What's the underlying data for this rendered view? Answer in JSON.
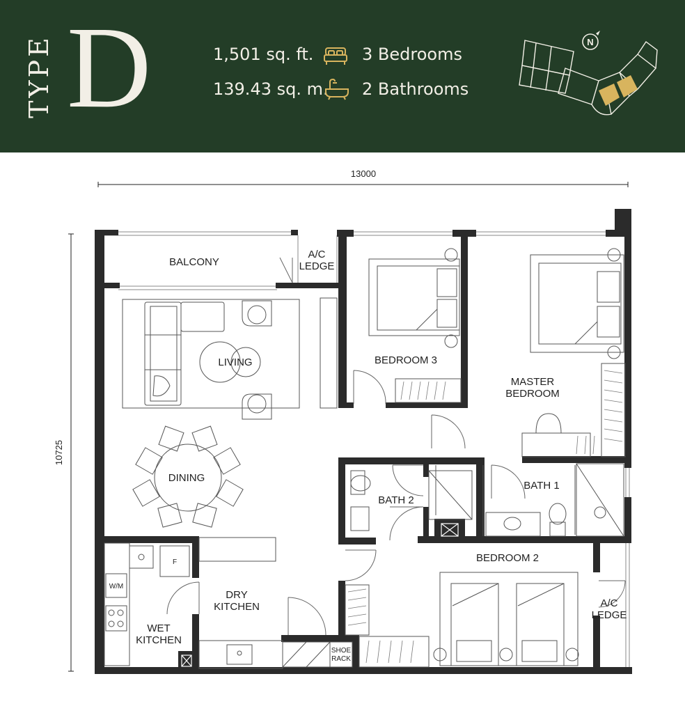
{
  "header": {
    "type_word": "TYPE",
    "type_letter": "D",
    "area_sqft": "1,501 sq. ft.",
    "area_sqm": "139.43 sq. m.",
    "bedrooms": "3 Bedrooms",
    "bathrooms": "2 Bathrooms",
    "compass_label": "N",
    "icons": {
      "bed": "bed-icon",
      "bath": "bathtub-icon"
    },
    "colors": {
      "background": "#233d27",
      "text": "#f2efe6",
      "accent": "#d8b45e"
    }
  },
  "dimensions": {
    "width": "13000",
    "height": "10725"
  },
  "rooms": {
    "balcony": "BALCONY",
    "ac_ledge_top": [
      "A/C",
      "LEDGE"
    ],
    "bedroom3": "BEDROOM 3",
    "master_bedroom": [
      "MASTER",
      "BEDROOM"
    ],
    "living": "LIVING",
    "dining": "DINING",
    "bath2": "BATH 2",
    "bath1": "BATH 1",
    "bedroom2": "BEDROOM 2",
    "dry_kitchen": [
      "DRY",
      "KITCHEN"
    ],
    "wet_kitchen": [
      "WET",
      "KITCHEN"
    ],
    "ac_ledge_bottom": [
      "A/C",
      "LEDGE"
    ],
    "shoe_rack": [
      "SHOE",
      "RACK"
    ],
    "washing_machine": "W/M",
    "fridge": "F"
  }
}
